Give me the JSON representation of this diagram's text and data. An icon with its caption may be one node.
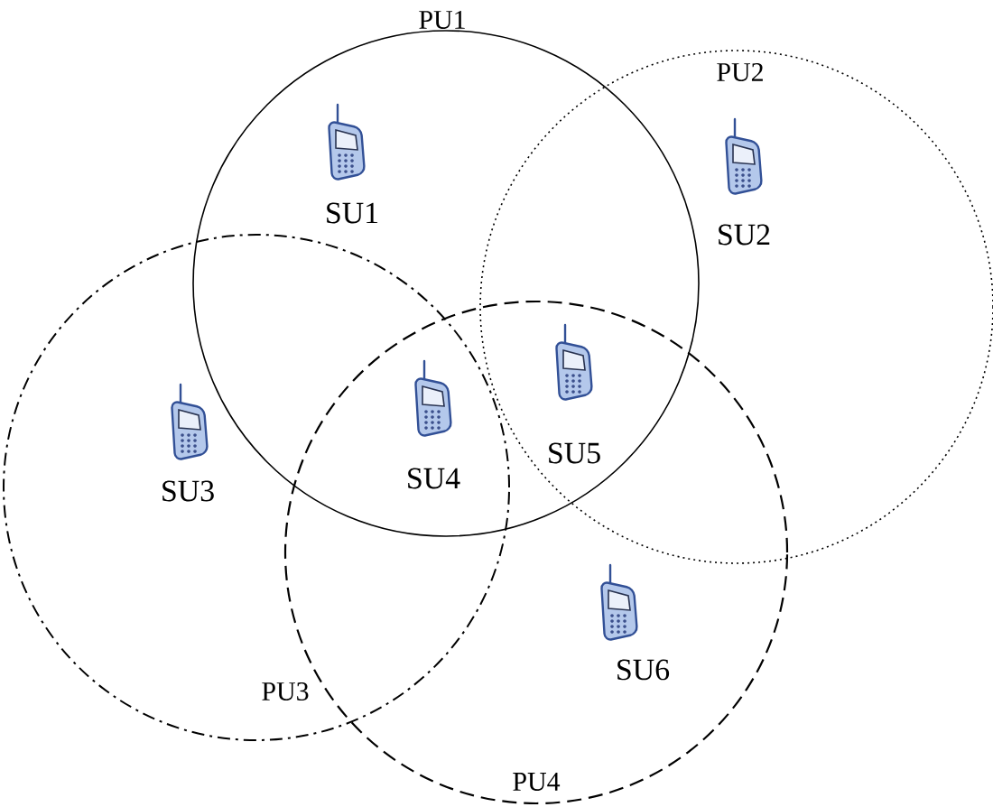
{
  "diagram": {
    "nodes": [
      {
        "text": [
          "PU1"
        ]
      },
      {
        "text": [
          "PU2"
        ]
      },
      {
        "text": [
          "PU3"
        ]
      },
      {
        "text": [
          "PU4"
        ]
      }
    ],
    "labels": [
      "SU1",
      "SU2",
      "SU4",
      "SU5",
      "SU3",
      "SU6"
    ]
  }
}
